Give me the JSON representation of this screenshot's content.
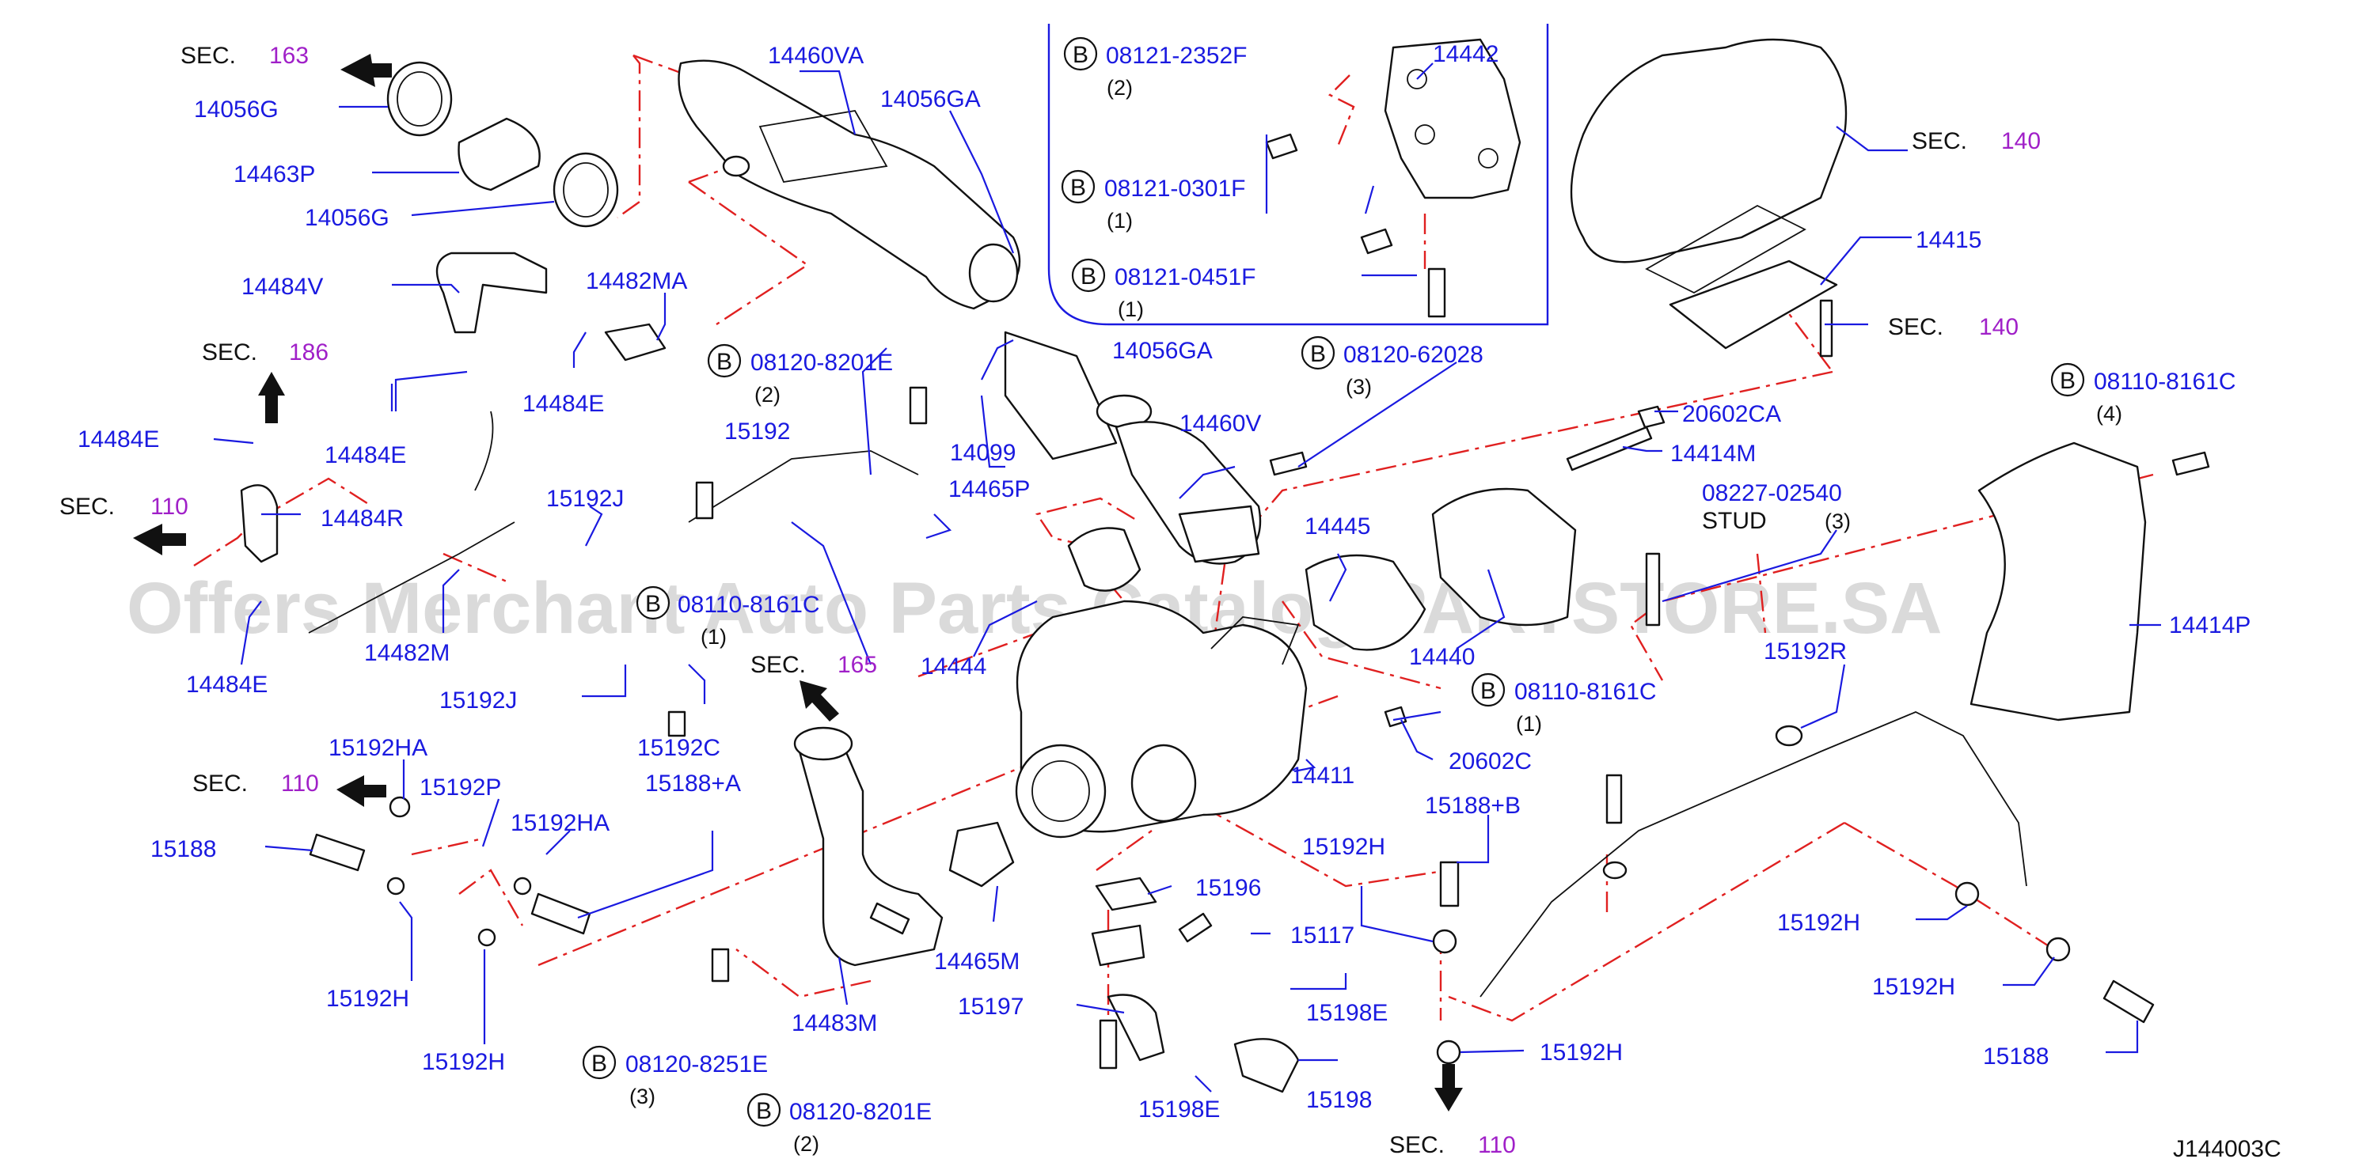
{
  "diagram_code": "J144003C",
  "watermark": "Offers Merchant Auto Parts Catalog PARTSTORE.SA",
  "sec_label": "SEC.",
  "stud_label": "STUD",
  "bolt_marker": "B",
  "sections": [
    {
      "id": "s163",
      "num": "163"
    },
    {
      "id": "s186",
      "num": "186"
    },
    {
      "id": "s110a",
      "num": "110"
    },
    {
      "id": "s165",
      "num": "165"
    },
    {
      "id": "s110b",
      "num": "110"
    },
    {
      "id": "s140a",
      "num": "140"
    },
    {
      "id": "s140b",
      "num": "140"
    },
    {
      "id": "s110c",
      "num": "110"
    }
  ],
  "parts": [
    {
      "id": "p1",
      "label": "14056G"
    },
    {
      "id": "p2",
      "label": "14463P"
    },
    {
      "id": "p3",
      "label": "14056G"
    },
    {
      "id": "p4",
      "label": "14460VA"
    },
    {
      "id": "p5",
      "label": "14056GA"
    },
    {
      "id": "p6",
      "label": "14484V"
    },
    {
      "id": "p7",
      "label": "14482MA"
    },
    {
      "id": "p8",
      "label": "14484E"
    },
    {
      "id": "p9",
      "label": "14484E"
    },
    {
      "id": "p10",
      "label": "14484E"
    },
    {
      "id": "p11",
      "label": "14484R"
    },
    {
      "id": "p12",
      "label": "14484E"
    },
    {
      "id": "p13",
      "label": "14482M"
    },
    {
      "id": "p14",
      "label": "15192J"
    },
    {
      "id": "p15",
      "label": "15192J"
    },
    {
      "id": "p16",
      "label": "15192"
    },
    {
      "id": "p17",
      "label": "14465P"
    },
    {
      "id": "p18",
      "label": "14099"
    },
    {
      "id": "p19",
      "label": "14056GA"
    },
    {
      "id": "p20",
      "label": "14460V"
    },
    {
      "id": "p21",
      "label": "14444"
    },
    {
      "id": "p22",
      "label": "15192C"
    },
    {
      "id": "p23",
      "label": "14442"
    },
    {
      "id": "p24",
      "label": "14415"
    },
    {
      "id": "p25",
      "label": "20602CA"
    },
    {
      "id": "p26",
      "label": "14414M"
    },
    {
      "id": "p27",
      "label": "08227-02540"
    },
    {
      "id": "p28",
      "label": "14445"
    },
    {
      "id": "p29",
      "label": "14440"
    },
    {
      "id": "p30",
      "label": "20602C"
    },
    {
      "id": "p31",
      "label": "14411"
    },
    {
      "id": "p32",
      "label": "15192R"
    },
    {
      "id": "p33",
      "label": "14414P"
    },
    {
      "id": "p34",
      "label": "15192HA"
    },
    {
      "id": "p35",
      "label": "15192P"
    },
    {
      "id": "p36",
      "label": "15192HA"
    },
    {
      "id": "p37",
      "label": "15188+A"
    },
    {
      "id": "p38",
      "label": "15188"
    },
    {
      "id": "p39",
      "label": "15192H"
    },
    {
      "id": "p40",
      "label": "15192H"
    },
    {
      "id": "p41",
      "label": "14483M"
    },
    {
      "id": "p42",
      "label": "14465M"
    },
    {
      "id": "p43",
      "label": "15196"
    },
    {
      "id": "p44",
      "label": "15117"
    },
    {
      "id": "p45",
      "label": "15197"
    },
    {
      "id": "p46",
      "label": "15198E"
    },
    {
      "id": "p47",
      "label": "15198E"
    },
    {
      "id": "p48",
      "label": "15198"
    },
    {
      "id": "p49",
      "label": "15188+B"
    },
    {
      "id": "p50",
      "label": "15192H"
    },
    {
      "id": "p51",
      "label": "15192H"
    },
    {
      "id": "p52",
      "label": "15192H"
    },
    {
      "id": "p53",
      "label": "15192H"
    },
    {
      "id": "p54",
      "label": "15188"
    }
  ],
  "bolts": [
    {
      "id": "b1",
      "label": "08121-2352F",
      "qty": "(2)"
    },
    {
      "id": "b2",
      "label": "08121-0301F",
      "qty": "(1)"
    },
    {
      "id": "b3",
      "label": "08121-0451F",
      "qty": "(1)"
    },
    {
      "id": "b4",
      "label": "08120-8201E",
      "qty": "(2)"
    },
    {
      "id": "b5",
      "label": "08120-62028",
      "qty": "(3)"
    },
    {
      "id": "b6",
      "label": "08110-8161C",
      "qty": "(4)"
    },
    {
      "id": "b7",
      "label": "08110-8161C",
      "qty": "(1)"
    },
    {
      "id": "b8",
      "label": "08110-8161C",
      "qty": "(1)"
    },
    {
      "id": "b9",
      "label": "08120-8251E",
      "qty": "(3)"
    },
    {
      "id": "b10",
      "label": "08120-8201E",
      "qty": "(2)"
    }
  ],
  "stud_qty": "(3)",
  "colors": {
    "part_number": "#1a1ae0",
    "section_number": "#a020c8",
    "centerline": "#e02020",
    "line": "#111111"
  }
}
